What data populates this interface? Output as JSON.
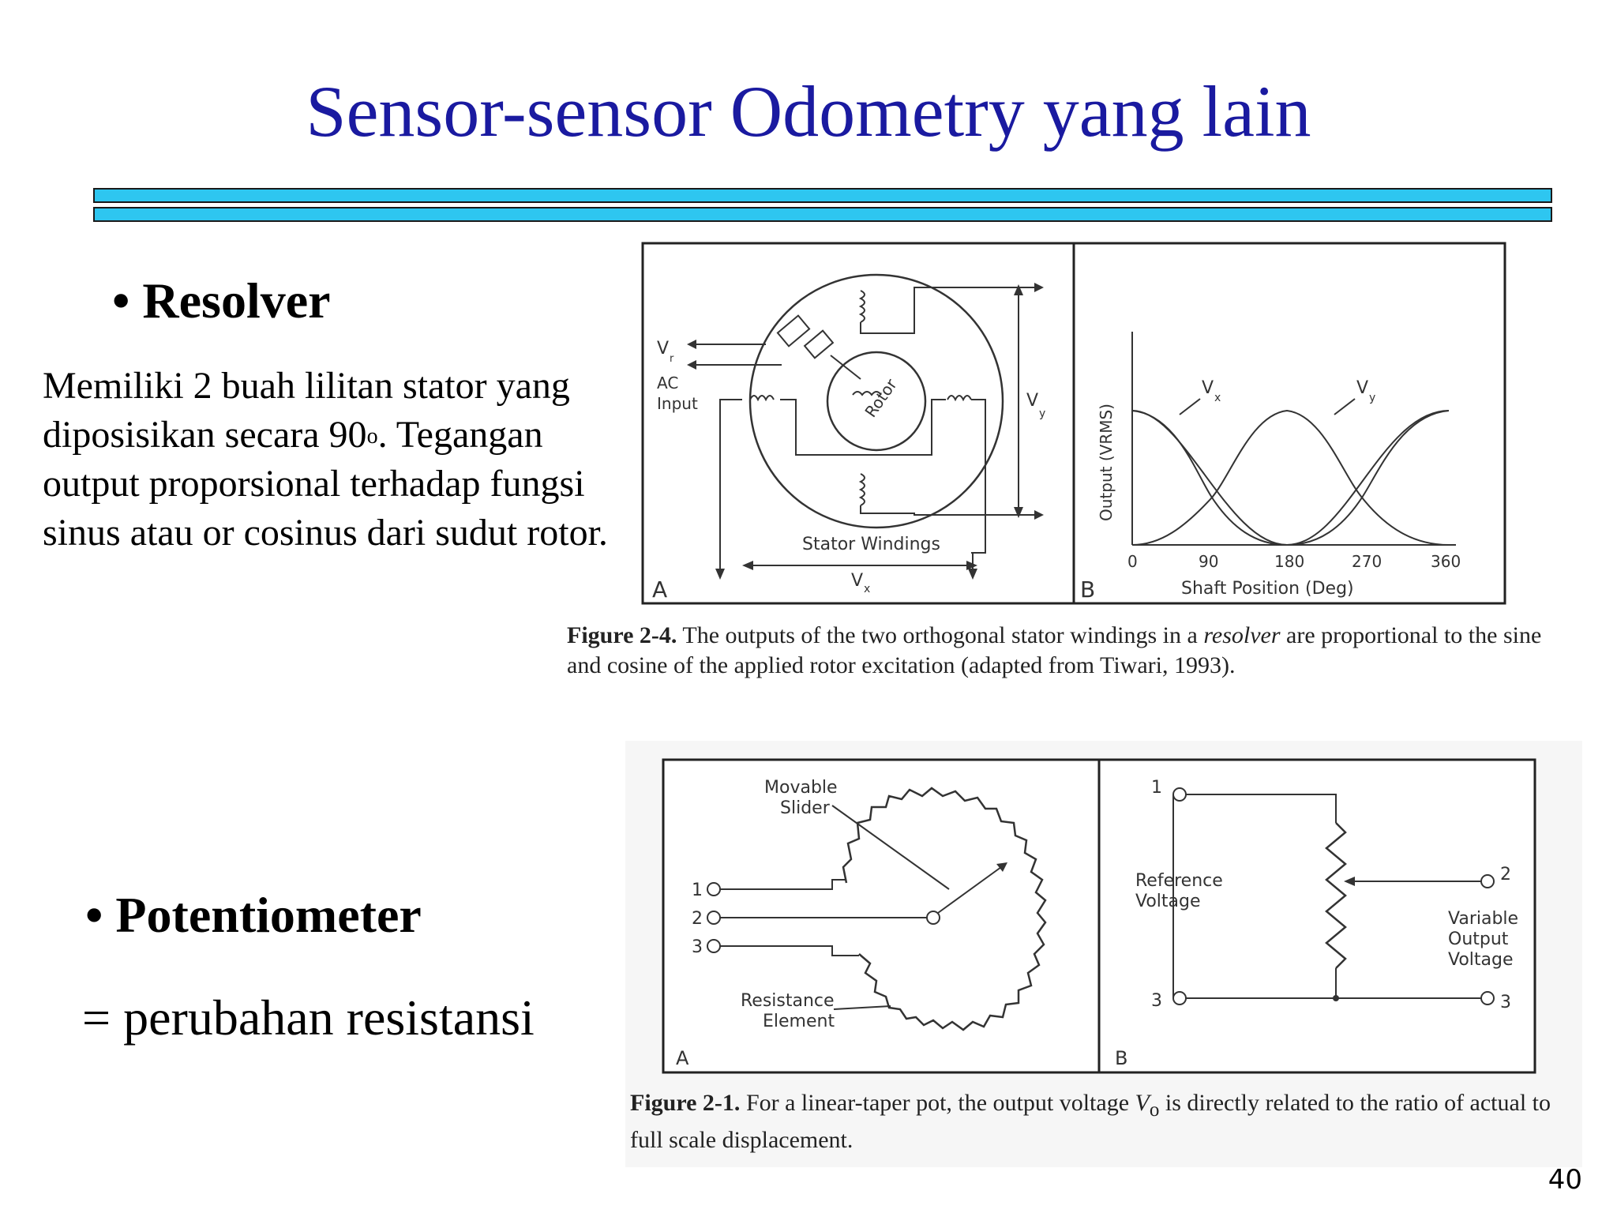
{
  "slide": {
    "title": "Sensor-sensor Odometry yang lain",
    "page_number": "40",
    "accent_color": "#1a1aa0",
    "bar_color": "#2ec6f0"
  },
  "resolver": {
    "heading": "• Resolver",
    "desc_part1": "Memiliki 2 buah lilitan stator yang diposisikan secara 90",
    "desc_sup": "o",
    "desc_part2": ". Tegangan output proporsional terhadap fungsi sinus atau or cosinus dari sudut rotor.",
    "figure": {
      "label_vr": "V",
      "label_vr_sub": "r",
      "label_ac": "AC",
      "label_input": "Input",
      "label_rotor": "Rotor",
      "label_vy": "V",
      "label_vy_sub": "y",
      "label_stator": "Stator Windings",
      "label_vx": "V",
      "label_vx_sub": "x",
      "panel_a": "A",
      "panel_b": "B",
      "y_axis": "Output (VRMS)",
      "x_axis": "Shaft Position (Deg)",
      "x_ticks": [
        "0",
        "90",
        "180",
        "270",
        "360"
      ],
      "curve_vx": "V",
      "curve_vx_sub": "x",
      "curve_vy": "V",
      "curve_vy_sub": "y",
      "caption_num": "Figure 2-4.",
      "caption_pre": "The outputs of the two orthogonal stator windings in a ",
      "caption_em": "resolver",
      "caption_post": " are proportional to the sine and cosine of the applied rotor excitation (adapted from Tiwari, 1993)."
    }
  },
  "potentiometer": {
    "heading": "• Potentiometer",
    "desc": "= perubahan resistansi",
    "figure": {
      "label_slider1": "Movable",
      "label_slider2": "Slider",
      "label_res1": "Resistance",
      "label_res2": "Element",
      "pins": [
        "1",
        "2",
        "3"
      ],
      "panel_a": "A",
      "panel_b": "B",
      "label_ref1": "Reference",
      "label_ref2": "Voltage",
      "label_var1": "Variable",
      "label_var2": "Output",
      "label_var3": "Voltage",
      "term_1": "1",
      "term_2": "2",
      "term_3a": "3",
      "term_3b": "3",
      "caption_num": "Figure 2-1.",
      "caption_pre": "For a linear-taper pot, the output voltage ",
      "caption_em": "V",
      "caption_sub": "o",
      "caption_post": " is directly related to the ratio of actual to full scale displacement."
    }
  }
}
